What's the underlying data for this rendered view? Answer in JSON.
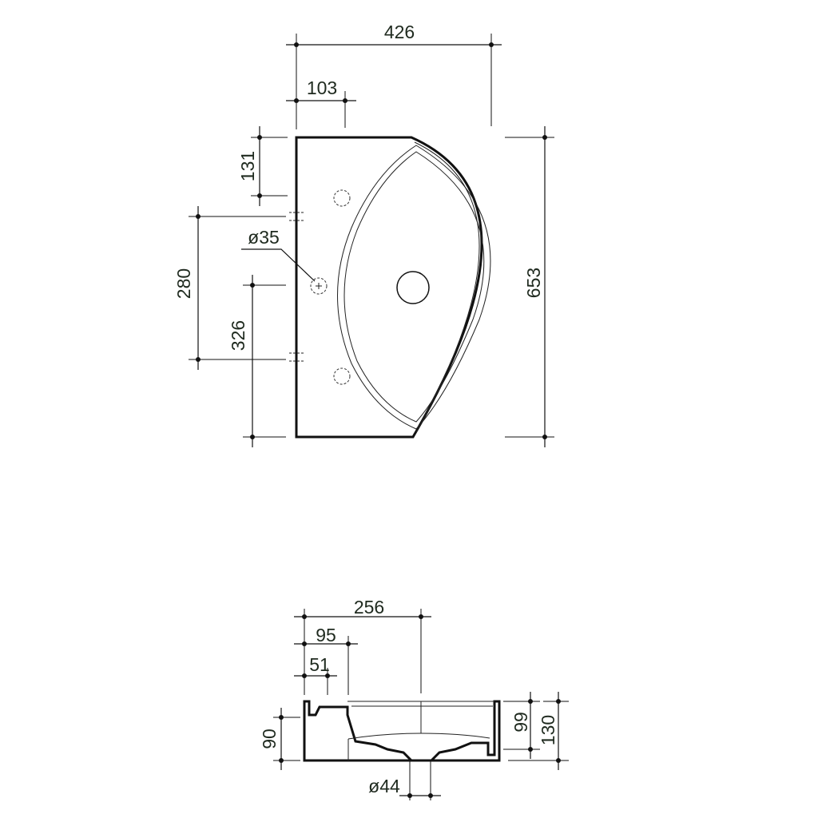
{
  "top_view": {
    "overall_width": "426",
    "tap_offset": "103",
    "tap_hole_height": "131",
    "hole_spacing": "280",
    "center_height": "326",
    "overall_depth": "653",
    "tap_hole_diameter": "ø35"
  },
  "side_view": {
    "drain_center_offset": "256",
    "rim_offset": "95",
    "tap_body_offset": "51",
    "back_height": "90",
    "inner_height": "99",
    "total_height": "130",
    "drain_diameter": "ø44"
  }
}
